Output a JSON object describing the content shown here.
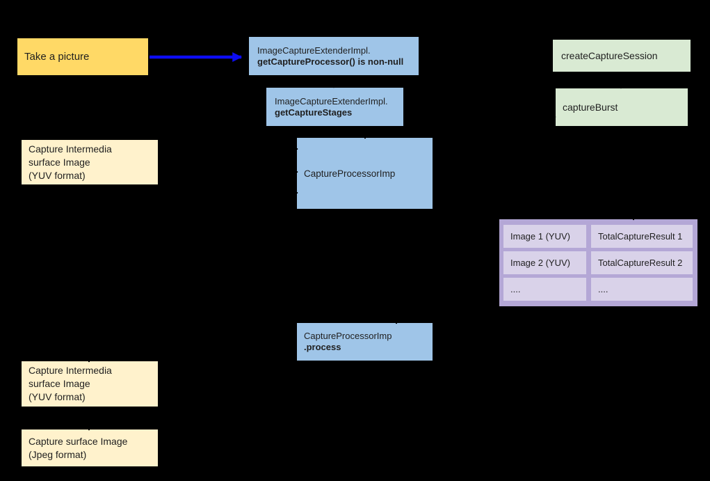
{
  "diagram": {
    "background": "#000000",
    "colors": {
      "yellow_node": "#ffd966",
      "cream_node": "#fff2cc",
      "blue_node": "#9fc5e8",
      "green_node": "#d9ead3",
      "table_outer": "#b4a7d6",
      "table_cell": "#d9d2e9",
      "blue_arrow": "#0d0df2",
      "black_connector": "#000000",
      "text": "#1f1f1f"
    },
    "nodes": {
      "take_a_picture": {
        "label": "Take a picture"
      },
      "get_capture_processor": {
        "line1": "ImageCaptureExtenderImpl.",
        "line2_bold": "getCaptureProcessor() is non-null"
      },
      "get_capture_stages": {
        "line1": "ImageCaptureExtenderImpl.",
        "line2_bold": "getCaptureStages"
      },
      "create_capture_session": {
        "label": "createCaptureSession"
      },
      "capture_burst": {
        "label": "captureBurst"
      },
      "capture_intermedia_top": {
        "line1": "Capture Intermedia",
        "line2": "surface Image",
        "line3": "(YUV format)"
      },
      "capture_processor_imp": {
        "label": "CaptureProcessorImp"
      },
      "capture_processor_process": {
        "line1": "CaptureProcessorImp",
        "line2_bold": ".process"
      },
      "capture_intermedia_bottom": {
        "line1": "Capture Intermedia",
        "line2": "surface Image",
        "line3": "(YUV format)"
      },
      "capture_surface_jpeg": {
        "line1": "Capture surface Image",
        "line2": "(Jpeg format)"
      }
    },
    "burst_table": {
      "rows": [
        {
          "image": "Image 1 (YUV)",
          "result": "TotalCaptureResult 1"
        },
        {
          "image": "Image 2 (YUV)",
          "result": "TotalCaptureResult 2"
        },
        {
          "image": "....",
          "result": "...."
        }
      ]
    }
  }
}
